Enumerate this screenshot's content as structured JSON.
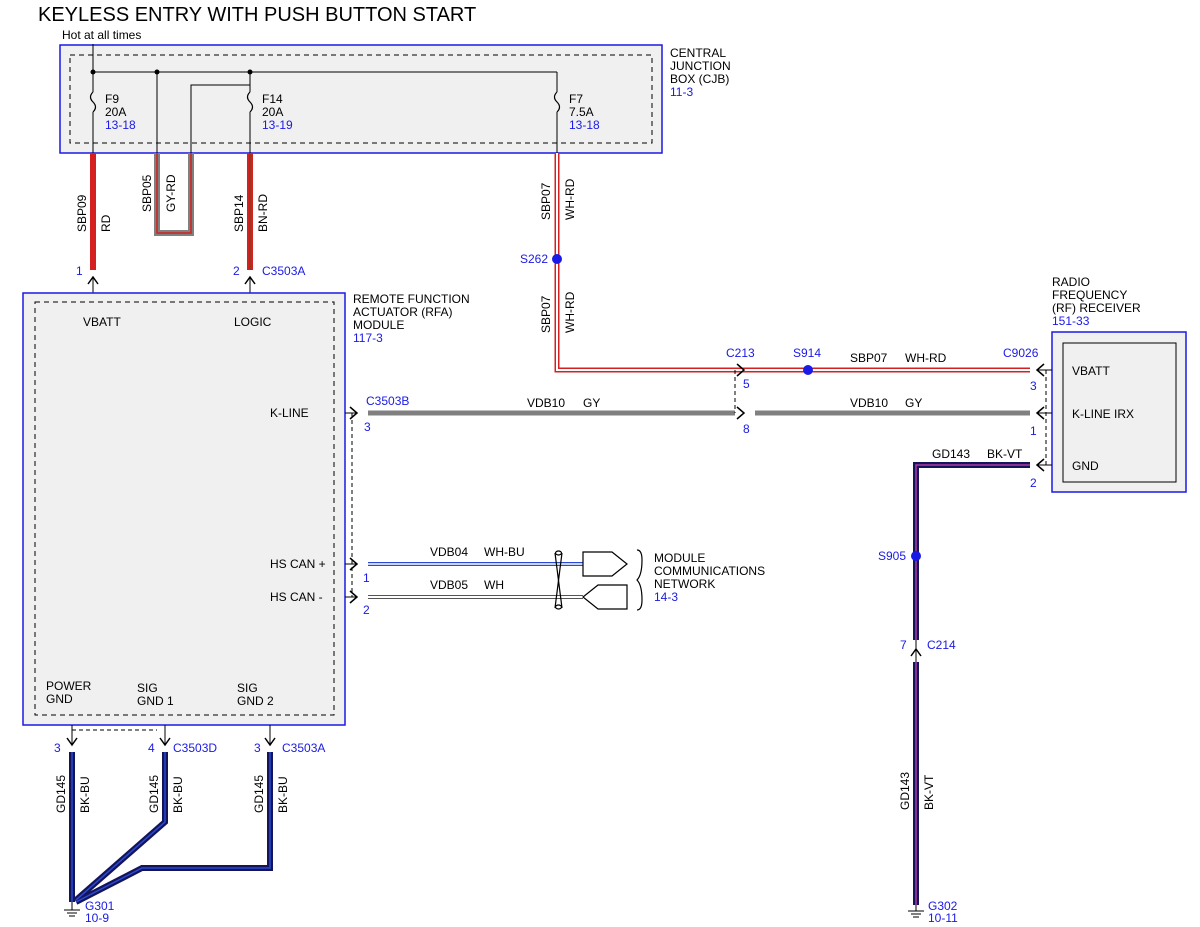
{
  "title": "KEYLESS ENTRY WITH PUSH BUTTON START",
  "hot_label": "Hot at all times",
  "colors": {
    "link": "#1a1ae6",
    "red_wire": "#d42020",
    "gray_wire": "#808080",
    "navy_wire": "#14145a",
    "box_fill": "#f0f0f0",
    "splice": "#1a1ae6"
  },
  "cjb": {
    "name_lines": [
      "CENTRAL",
      "JUNCTION",
      "BOX (CJB)"
    ],
    "ref": "11-3",
    "fuses": [
      {
        "id": "F9",
        "rating": "20A",
        "ref": "13-18"
      },
      {
        "id": "F14",
        "rating": "20A",
        "ref": "13-19"
      },
      {
        "id": "F7",
        "rating": "7.5A",
        "ref": "13-18"
      }
    ]
  },
  "rfa": {
    "name_lines": [
      "REMOTE FUNCTION",
      "ACTUATOR (RFA)",
      "MODULE"
    ],
    "ref": "117-3",
    "pins": {
      "vbatt": "VBATT",
      "logic": "LOGIC",
      "kline": "K-LINE",
      "hscan_plus": "HS CAN +",
      "hscan_minus": "HS CAN -",
      "power_gnd": [
        "POWER",
        "GND"
      ],
      "sig_gnd1": [
        "SIG",
        "GND 1"
      ],
      "sig_gnd2": [
        "SIG",
        "GND 2"
      ]
    }
  },
  "rf_receiver": {
    "name_lines": [
      "RADIO",
      "FREQUENCY",
      "(RF) RECEIVER"
    ],
    "ref": "151-33",
    "pins": {
      "vbatt": "VBATT",
      "kline": "K-LINE IRX",
      "gnd": "GND"
    }
  },
  "network": {
    "name_lines": [
      "MODULE",
      "COMMUNICATIONS",
      "NETWORK"
    ],
    "ref": "14-3"
  },
  "wires": {
    "sbp09": {
      "circuit": "SBP09",
      "color": "RD"
    },
    "sbp05": {
      "circuit": "SBP05",
      "color": "GY-RD"
    },
    "sbp14": {
      "circuit": "SBP14",
      "color": "BN-RD"
    },
    "sbp07": {
      "circuit": "SBP07",
      "color": "WH-RD"
    },
    "vdb10": {
      "circuit": "VDB10",
      "color": "GY"
    },
    "vdb04": {
      "circuit": "VDB04",
      "color": "WH-BU"
    },
    "vdb05": {
      "circuit": "VDB05",
      "color": "WH"
    },
    "gd143": {
      "circuit": "GD143",
      "color": "BK-VT"
    },
    "gd145": {
      "circuit": "GD145",
      "color": "BK-BU"
    }
  },
  "connectors": {
    "c3503a": "C3503A",
    "c3503b": "C3503B",
    "c3503d": "C3503D",
    "c213": "C213",
    "c9026": "C9026",
    "c214": "C214"
  },
  "pins": {
    "p1": "1",
    "p2": "2",
    "p3": "3",
    "p4": "4",
    "p5": "5",
    "p7": "7",
    "p8": "8"
  },
  "splices": {
    "s262": "S262",
    "s914": "S914",
    "s905": "S905"
  },
  "grounds": {
    "g301": {
      "id": "G301",
      "ref": "10-9"
    },
    "g302": {
      "id": "G302",
      "ref": "10-11"
    }
  }
}
